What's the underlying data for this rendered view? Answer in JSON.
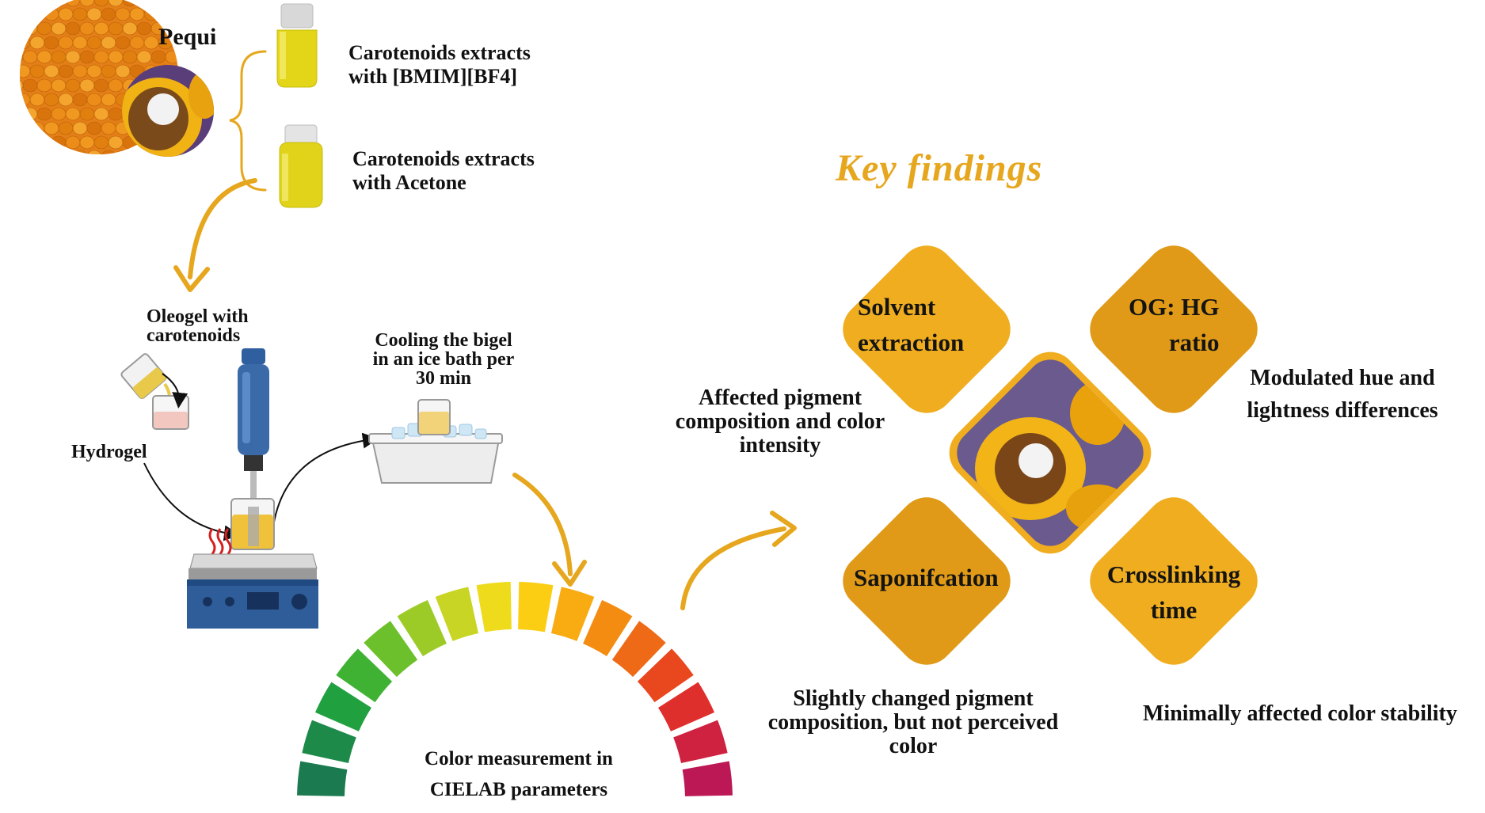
{
  "pequi_label": "Pequi",
  "extracts": {
    "ionic_liquid": "Carotenoids extracts\nwith [BMIM][BF4]",
    "acetone": "Carotenoids extracts\nwith Acetone"
  },
  "process": {
    "oleogel": "Oleogel with\ncarotenoids",
    "hydrogel": "Hydrogel",
    "cooling": "Cooling the bigel\nin an ice bath per\n30 min"
  },
  "color_measurement": "Color measurement in\nCIELAB parameters",
  "key_findings": {
    "title": "Key findings",
    "factors": [
      {
        "label": "Solvent\nextraction",
        "finding": "Affected pigment\ncomposition and color\nintensity"
      },
      {
        "label": "OG: HG\nratio",
        "finding": "Modulated hue and\nlightness differences"
      },
      {
        "label": "Saponifcation",
        "finding": "Slightly changed pigment\ncomposition, but not perceived\ncolor"
      },
      {
        "label": "Crosslinking\ntime",
        "finding": "Minimally affected color stability"
      }
    ]
  },
  "colors": {
    "accent": "#e6a71f",
    "diamond_light": "#f0ad1f",
    "diamond_dark": "#e09a17",
    "extract_yellow": "#e3d619",
    "pequi_orange": "#e8891e",
    "mixer_blue": "#3a6aa8"
  },
  "gauge_colors": [
    "#1b7a4f",
    "#1d8a4a",
    "#21a040",
    "#3fb234",
    "#6cc02c",
    "#9ccb28",
    "#c8d524",
    "#eedb1c",
    "#fbce14",
    "#f8ac12",
    "#f48c12",
    "#ef6a16",
    "#e9481e",
    "#df2f2c",
    "#cf2140",
    "#bd1856"
  ]
}
